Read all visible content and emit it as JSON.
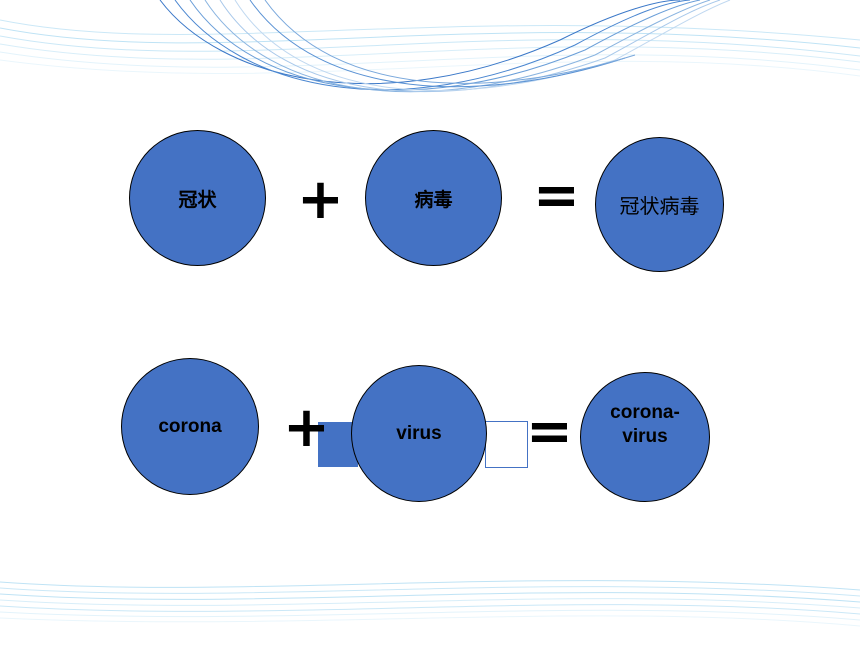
{
  "row1": {
    "term1": "冠状",
    "plus": "+",
    "term2": "病毒",
    "equals": "=",
    "result": "冠状病毒"
  },
  "row2": {
    "term1": "corona",
    "plus": "+",
    "term2": "virus",
    "equals": "=",
    "result": "corona-\nvirus"
  },
  "colors": {
    "circle_fill": "#4472c4",
    "wave_light": "#bfe3f5",
    "wave_dark": "#2f6fc0"
  }
}
